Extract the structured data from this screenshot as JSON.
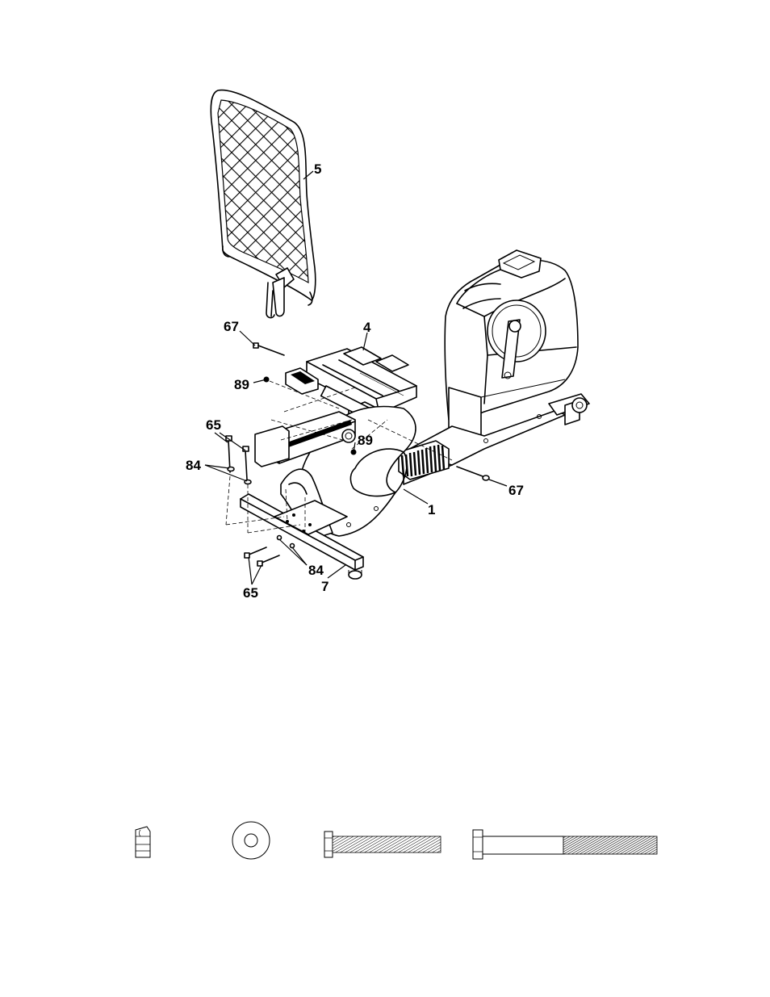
{
  "diagram": {
    "callouts": {
      "c5": "5",
      "c4": "4",
      "c67a": "67",
      "c89a": "89",
      "c89b": "89",
      "c65a": "65",
      "c84a": "84",
      "c67b": "67",
      "c1": "1",
      "c84b": "84",
      "c7": "7",
      "c65b": "65"
    }
  },
  "hardware": {
    "items": [
      "lock-nut",
      "washer",
      "short-bolt",
      "long-bolt"
    ]
  }
}
